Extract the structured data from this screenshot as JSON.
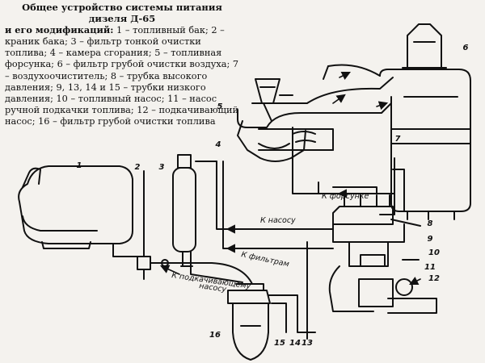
{
  "caption": {
    "title": "Общее устройство системы питания дизеля Д-65",
    "lead": "и его модификаций:",
    "body": " 1 – топливный бак; 2 – краник бака; 3 – фильтр тонкой очистки топлива; 4 – камера сгорания; 5 – топливная форсунка; 6 – фильтр грубой очистки воздуха; 7 – воздухоочиститель; 8 – трубка высокого давления; 9, 13, 14 и 15 – трубки низкого давления; 10 – топливный насос; 11 – насос ручной подкачки топлива; 12 – подкачивающий насос; 16 – фильтр грубой очистки топлива"
  },
  "labels": {
    "n1": "1",
    "n2": "2",
    "n3": "3",
    "n4": "4",
    "n5": "5",
    "n6": "6",
    "n7": "7",
    "n8": "8",
    "n9": "9",
    "n10": "10",
    "n11": "11",
    "n12": "12",
    "n13": "13",
    "n14": "14",
    "n15": "15",
    "n16": "16"
  },
  "flows": {
    "to_injector": "К форсунке",
    "to_pump": "К насосу",
    "to_filter": "К фильтрам",
    "to_booster_1": "К подкачивающему",
    "to_booster_2": "насосу"
  }
}
